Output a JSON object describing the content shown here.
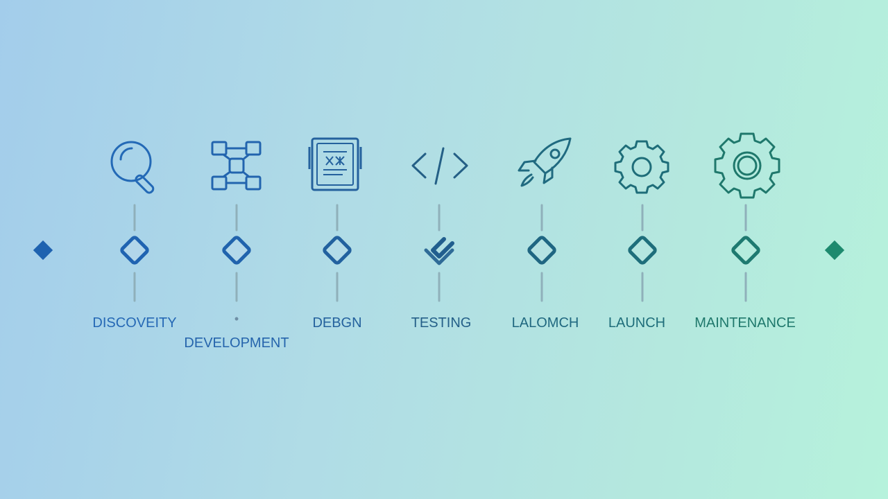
{
  "colors": {
    "start": "#1e62b0",
    "end": "#1d8a6e",
    "connector": "#8fb0ba"
  },
  "stages": [
    {
      "label": "DISCOVEITY",
      "icon": "magnifier-icon",
      "color": "#2266b4"
    },
    {
      "label": "DEVELOPMENT",
      "icon": "network-nodes-icon",
      "color": "#2265ae"
    },
    {
      "label": "DEBGN",
      "icon": "design-document-icon",
      "color": "#24619f"
    },
    {
      "label": "TESTING",
      "icon": "code-brackets-icon",
      "color": "#225f8e",
      "node_style": "check"
    },
    {
      "label": "LALOMCH",
      "icon": "rocket-icon",
      "color": "#1f6782"
    },
    {
      "label": "LAUNCH",
      "icon": "gear-icon",
      "color": "#1d6d7c"
    },
    {
      "label": "MAINTENANCE",
      "icon": "large-gear-icon",
      "color": "#1e7a70"
    }
  ],
  "dev_marker": "•"
}
